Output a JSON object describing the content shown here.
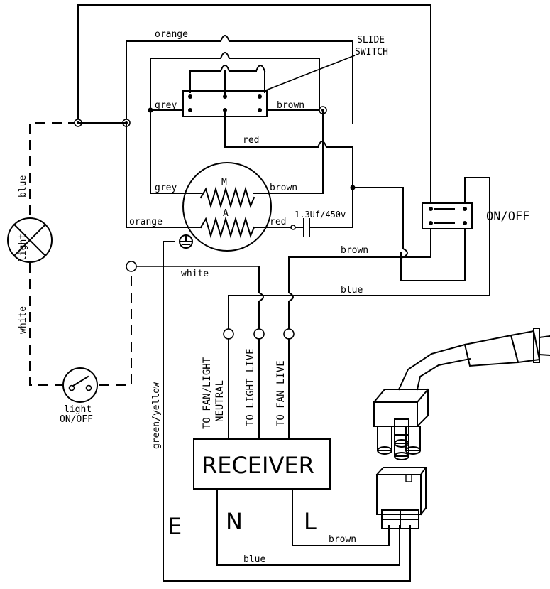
{
  "labels": {
    "orange_top": "orange",
    "slide_switch_line1": "SLIDE",
    "slide_switch_line2": "SWITCH",
    "grey_switch": "grey",
    "brown_switch": "brown",
    "red_mid": "red",
    "motor_m": "M",
    "motor_a": "A",
    "grey_motor": "grey",
    "brown_motor": "brown",
    "orange_motor": "orange",
    "red_motor": "red",
    "capacitor": "1.3Uf/450v",
    "on_off": "ON/OFF",
    "brown_wire": "brown",
    "white_wire": "white",
    "blue_wire": "blue",
    "blue_vertical": "blue",
    "light": "light",
    "white_vertical": "white",
    "light_switch_line1": "light",
    "light_switch_line2": "ON/OFF",
    "green_yellow": "green/yellow",
    "to_fan_light_neutral_line1": "TO FAN/LIGHT",
    "to_fan_light_neutral_line2": "NEUTRAL",
    "to_light_live": "TO LIGHT LIVE",
    "to_fan_live": "TO FAN LIVE",
    "receiver": "RECEIVER",
    "terminal_e": "E",
    "terminal_n": "N",
    "terminal_l": "L",
    "brown_bottom": "brown",
    "blue_bottom": "blue"
  }
}
